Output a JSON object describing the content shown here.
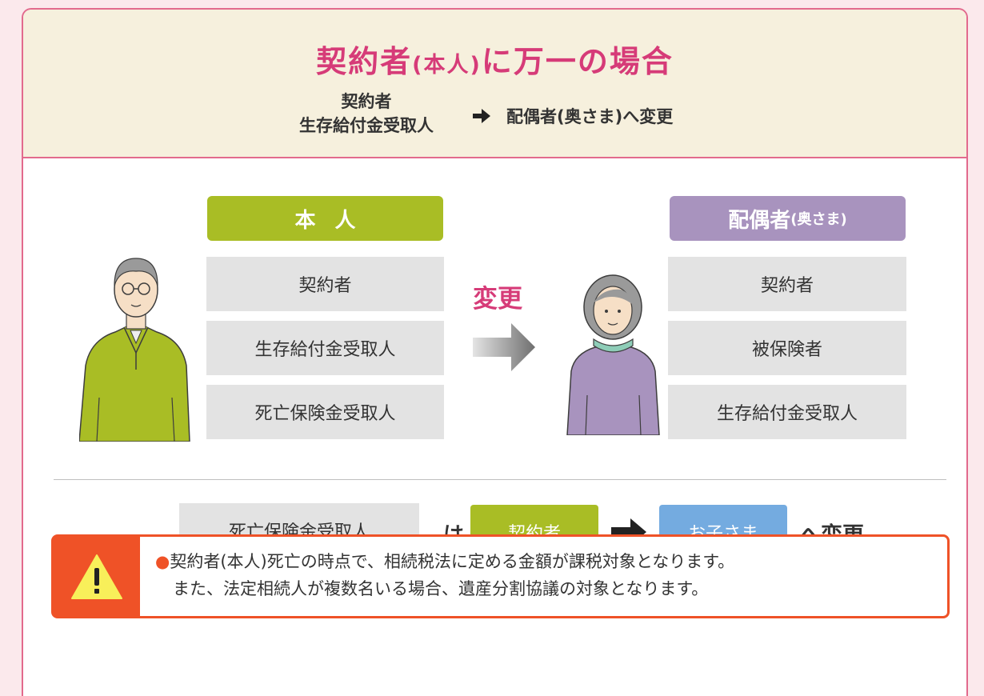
{
  "header": {
    "title_main": "契約者",
    "title_paren": "(本人)",
    "title_rest": "に万一の場合",
    "sub_left_line1": "契約者",
    "sub_left_line2": "生存給付金受取人",
    "sub_right": "配偶者(奥さま)へ変更"
  },
  "left": {
    "label": "本人",
    "roles": [
      "契約者",
      "生存給付金受取人",
      "死亡保険金受取人"
    ]
  },
  "change_label": "変更",
  "right": {
    "label_main": "配偶者",
    "label_small": "(奥さま)",
    "roles": [
      "契約者",
      "被保険者",
      "生存給付金受取人"
    ]
  },
  "bottom": {
    "beneficiary": "死亡保険金受取人",
    "particle": "は",
    "from": "契約者",
    "to": "お子さま",
    "suffix": "へ変更"
  },
  "warning": {
    "line1": "契約者(本人)死亡の時点で、相続税法に定める金額が課税対象となります。",
    "line2": "また、法定相続人が複数名いる場合、遺産分割協議の対象となります。"
  },
  "colors": {
    "pink": "#d63b78",
    "green": "#a9bd25",
    "purple": "#a893be",
    "blue": "#74abe0",
    "orange": "#ef5227"
  }
}
